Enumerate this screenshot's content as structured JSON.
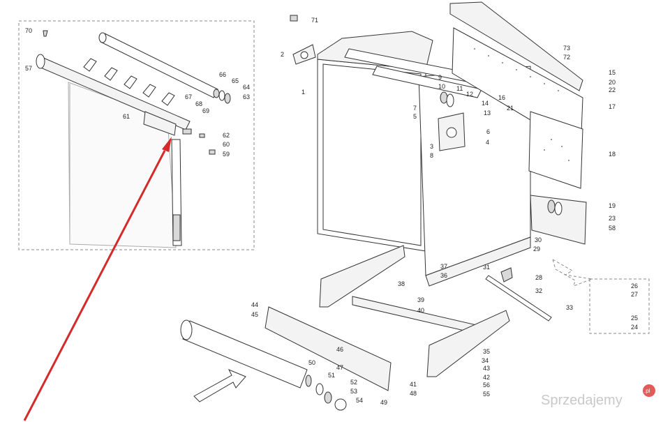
{
  "labels": [
    "1",
    "2",
    "3",
    "4",
    "5",
    "6",
    "7",
    "8",
    "9",
    "10",
    "11",
    "12",
    "13",
    "14",
    "15",
    "16",
    "17",
    "18",
    "19",
    "20",
    "21",
    "22",
    "23",
    "24",
    "25",
    "26",
    "27",
    "28",
    "29",
    "30",
    "31",
    "32",
    "33",
    "34",
    "35",
    "36",
    "37",
    "38",
    "39",
    "40",
    "41",
    "42",
    "43",
    "44",
    "45",
    "46",
    "47",
    "48",
    "49",
    "50",
    "51",
    "52",
    "53",
    "54",
    "55",
    "56",
    "57",
    "58",
    "59",
    "60",
    "61",
    "62",
    "63",
    "64",
    "65",
    "66",
    "67",
    "68",
    "69",
    "70",
    "71",
    "72",
    "73"
  ],
  "watermark": {
    "text": "Sprzedajemy",
    "suffix": ".pl"
  },
  "colors": {
    "arrow": "#d42a2a",
    "lines": "#333333",
    "inset_border": "#8a8a8a"
  }
}
